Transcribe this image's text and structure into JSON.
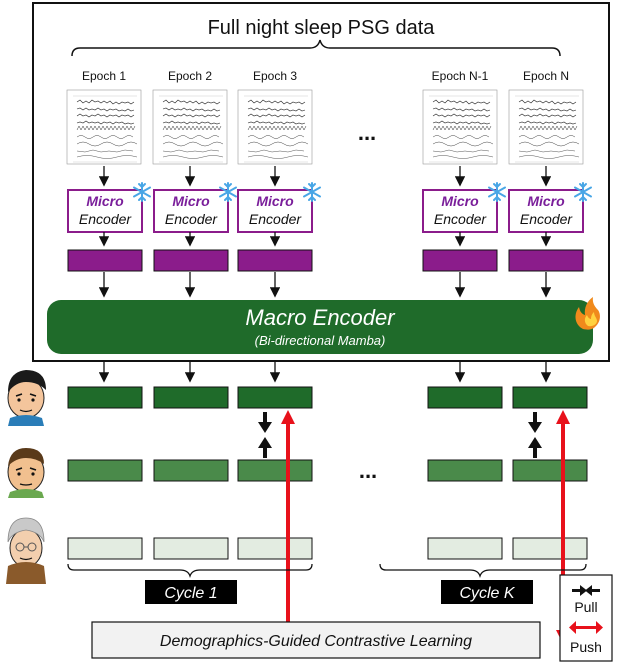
{
  "title": "Full night sleep PSG data",
  "epochs": [
    {
      "label": "Epoch 1",
      "micro": "Micro",
      "encoder": "Encoder"
    },
    {
      "label": "Epoch 2",
      "micro": "Micro",
      "encoder": "Encoder"
    },
    {
      "label": "Epoch 3",
      "micro": "Micro",
      "encoder": "Encoder"
    },
    {
      "label": "Epoch N-1",
      "micro": "Micro",
      "encoder": "Encoder"
    },
    {
      "label": "Epoch N",
      "micro": "Micro",
      "encoder": "Encoder"
    }
  ],
  "ellipsis": "...",
  "macro": {
    "title": "Macro Encoder",
    "subtitle": "(Bi-directional Mamba)"
  },
  "cycles": [
    "Cycle 1",
    "Cycle K"
  ],
  "footer": "Demographics-Guided Contrastive Learning",
  "legend": {
    "pull": "Pull",
    "push": "Push"
  },
  "colors": {
    "micro_fill": "#8b1c8b",
    "micro_text": "#7a1e9a",
    "macro": "#1f6b2a",
    "emb_young": "#1f6b2a",
    "emb_middle": "#4a8a4a",
    "emb_old": "#e3ece1",
    "push": "#e8111b",
    "footer_bg": "#f2f2f2"
  },
  "icons": {
    "frozen": "snowflake-icon",
    "trainable": "flame-icon",
    "age_groups": [
      "young-person-icon",
      "middle-aged-person-icon",
      "elderly-person-icon"
    ]
  }
}
